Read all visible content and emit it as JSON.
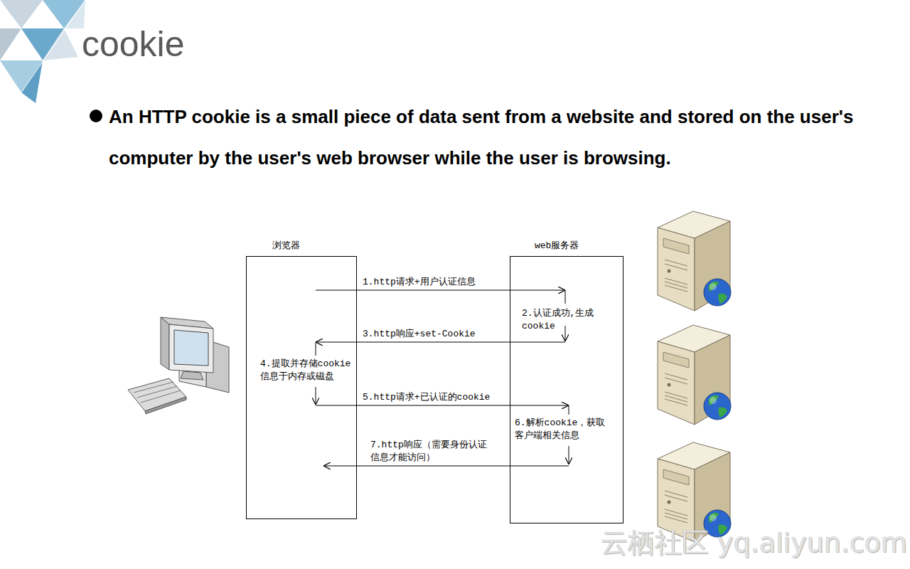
{
  "diagram": {
    "title": "cookie",
    "nodes": [
      {
        "text": [
          "浏览器"
        ]
      },
      {
        "text": [
          "web服务器"
        ]
      }
    ],
    "edges": [
      {
        "from": 0,
        "to": 1,
        "arrow": "to",
        "label": "1.http请求+用户认证信息"
      },
      {
        "from": 1,
        "to": 0,
        "arrow": "to",
        "label": "3.http响应+set-Cookie"
      },
      {
        "from": 0,
        "to": 1,
        "arrow": "to",
        "label": "5.http请求+已认证的cookie"
      },
      {
        "from": 1,
        "to": 0,
        "arrow": "to",
        "label": "7.http响应（需要身份认证 信息才能访问）"
      }
    ],
    "labels": [
      "An HTTP cookie is a small piece of data sent from a website and stored on the user's computer by the user's web browser while the user is browsing.",
      "2.认证成功,生成 cookie",
      "4.提取并存储cookie 信息于内存或磁盘",
      "6.解析cookie，获取 客户端相关信息",
      "云栖社区 yq.aliyun.com"
    ]
  }
}
